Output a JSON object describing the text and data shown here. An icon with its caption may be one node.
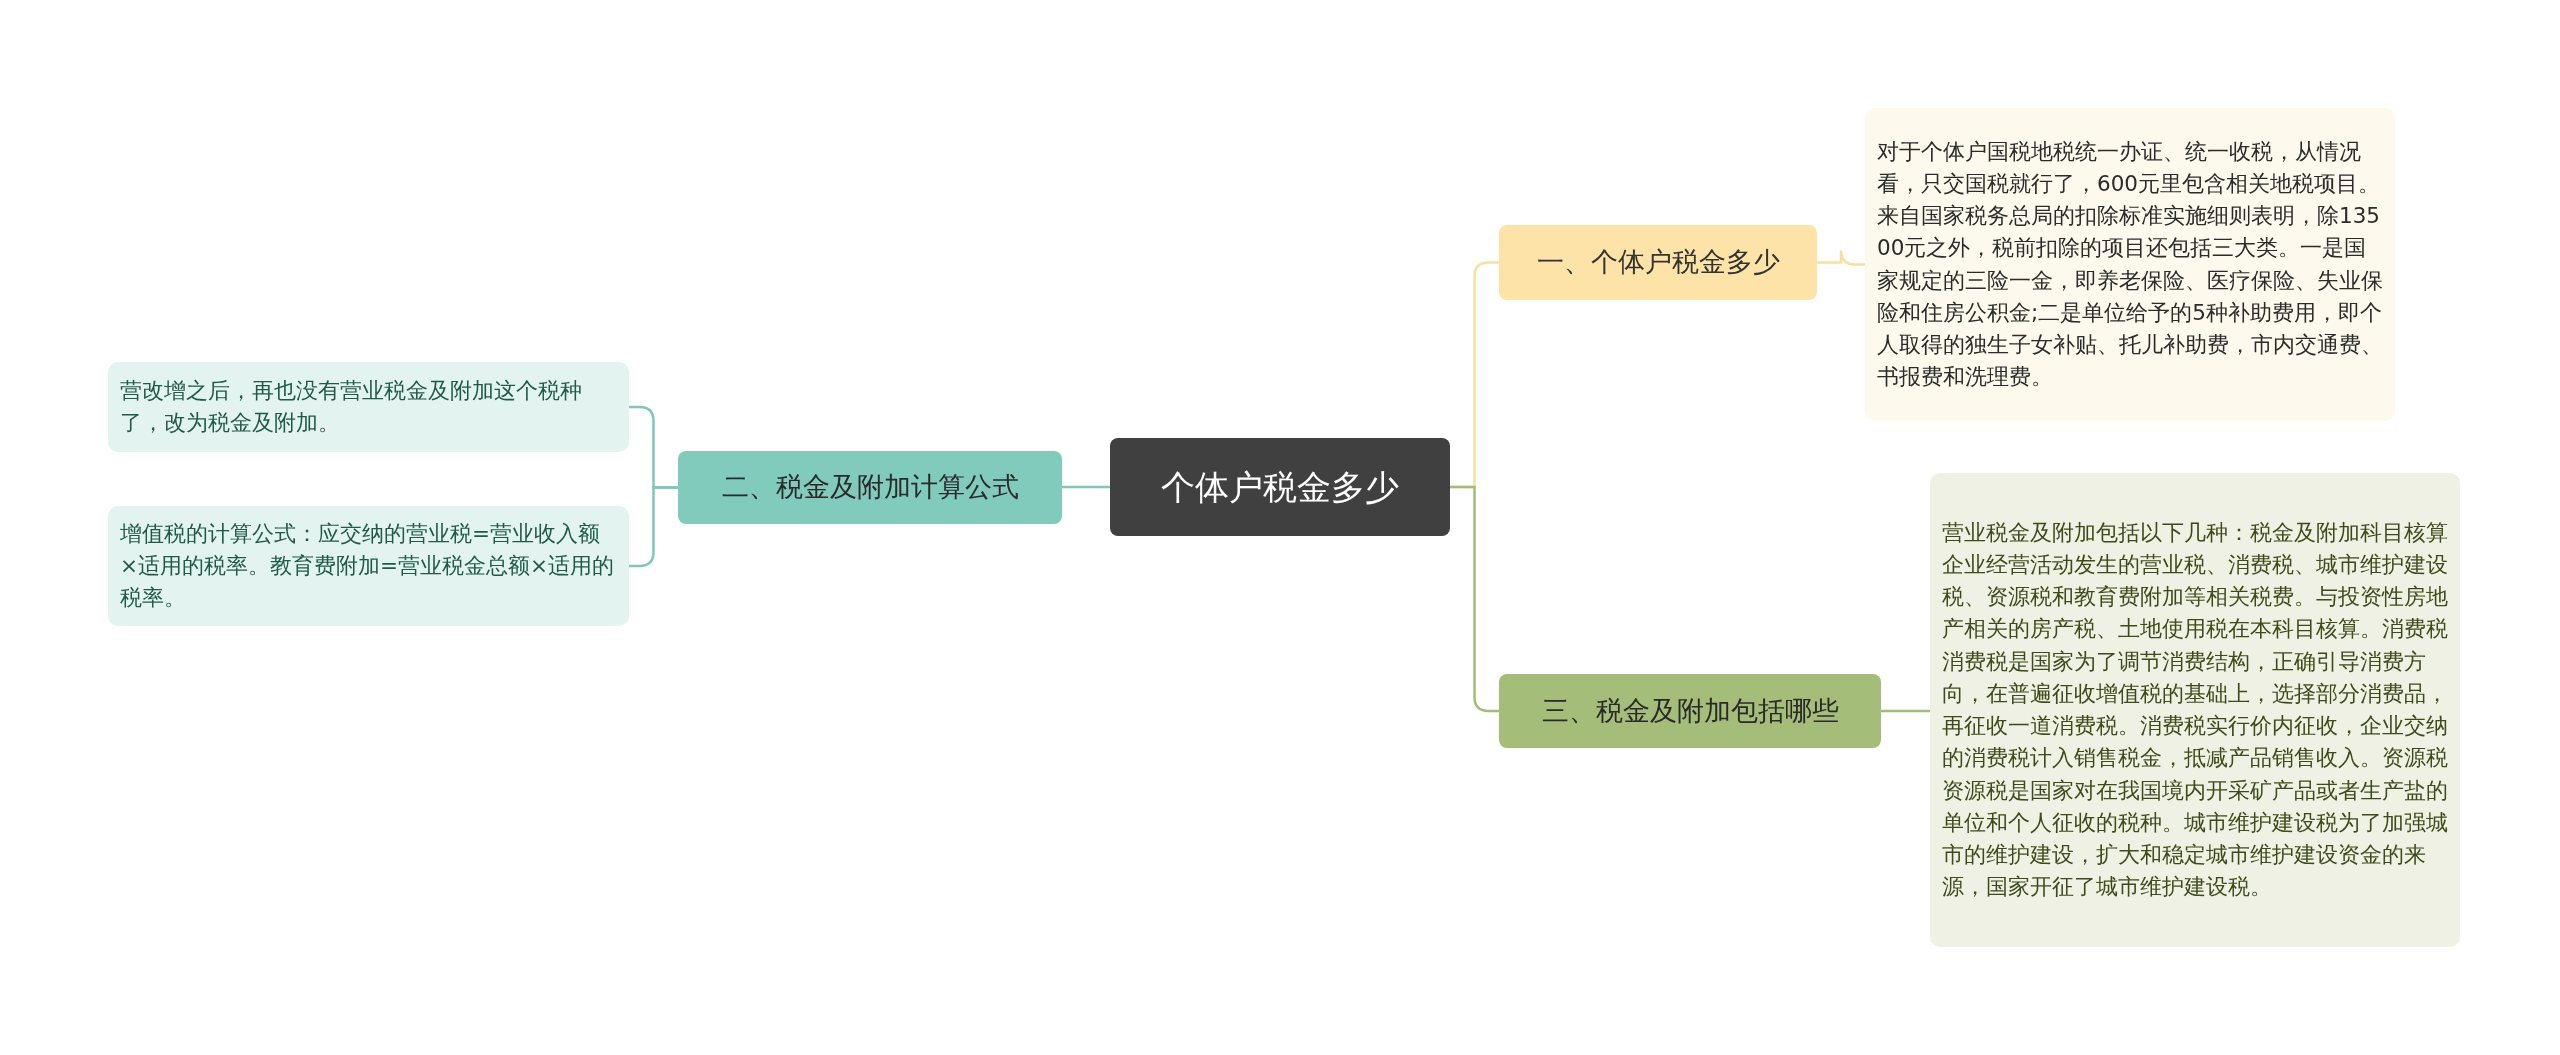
{
  "diagram": {
    "nodes": [
      {
        "text": [
          "个体户税金多少"
        ]
      },
      {
        "text": [
          "一、个体户税金多少"
        ]
      },
      {
        "text": [
          "对于个体户国税地税统一办证、统一收税，从情况看，只交国税就行了，600元里包含相关地税项目。来自国家税务总局的扣除标准实施细则表明，除13500元之外，税前扣除的项目还包括三大类。一是国家规定的三险一金，即养老保险、医疗保险、失业保险和住房公积金;二是单位给予的5种补助费用，即个人取得的独生子女补贴、托儿补助费，市内交通费、书报费和洗理费。"
        ]
      },
      {
        "text": [
          "二、税金及附加计算公式"
        ]
      },
      {
        "text": [
          "营改增之后，再也没有营业税金及附加这个税种了，改为税金及附加。"
        ]
      },
      {
        "text": [
          "增值税的计算公式：应交纳的营业税=营业收入额×适用的税率。教育费附加=营业税金总额×适用的税率。"
        ]
      },
      {
        "text": [
          "三、税金及附加包括哪些"
        ]
      },
      {
        "text": [
          "营业税金及附加包括以下几种：税金及附加科目核算企业经营活动发生的营业税、消费税、城市维护建设税、资源税和教育费附加等相关税费。与投资性房地产相关的房产税、土地使用税在本科目核算。消费税消费税是国家为了调节消费结构，正确引导消费方向，在普遍征收增值税的基础上，选择部分消费品，再征收一道消费税。消费税实行价内征收，企业交纳的消费税计入销售税金，抵减产品销售收入。资源税资源税是国家对在我国境内开采矿产品或者生产盐的单位和个人征收的税种。城市维护建设税为了加强城市的维护建设，扩大和稳定城市维护建设资金的来源，国家开征了城市维护建设税。"
        ]
      }
    ],
    "edges": [
      {
        "from": 0,
        "to": 1,
        "arrow": "none",
        "color": "#f8df9f"
      },
      {
        "from": 1,
        "to": 2,
        "arrow": "none",
        "color": "#f8df9f"
      },
      {
        "from": 0,
        "to": 3,
        "arrow": "none",
        "color": "#7ec8b8"
      },
      {
        "from": 3,
        "to": 4,
        "arrow": "none",
        "color": "#7ec8b8"
      },
      {
        "from": 3,
        "to": 5,
        "arrow": "none",
        "color": "#7ec8b8"
      },
      {
        "from": 0,
        "to": 6,
        "arrow": "none",
        "color": "#a3bd79"
      },
      {
        "from": 6,
        "to": 7,
        "arrow": "none",
        "color": "#a3bd79"
      }
    ]
  }
}
